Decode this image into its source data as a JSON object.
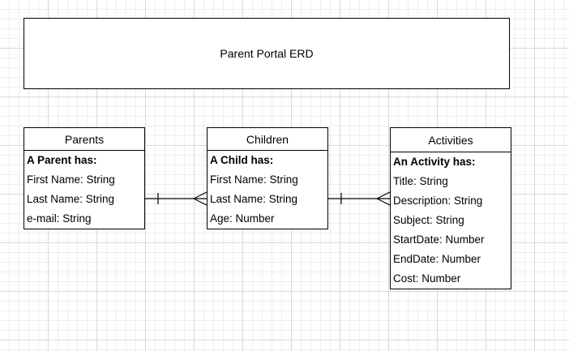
{
  "diagram": {
    "title": "Parent Portal ERD",
    "entities": [
      {
        "name": "Parents",
        "attributes": [
          "A Parent has:",
          "First Name: String",
          "Last Name: String",
          "e-mail: String"
        ]
      },
      {
        "name": "Children",
        "attributes": [
          "A Child has:",
          "First Name: String",
          "Last Name: String",
          "Age: Number"
        ]
      },
      {
        "name": "Activities",
        "attributes": [
          "An Activity has:",
          "Title: String",
          "Description: String",
          "Subject: String",
          "StartDate: Number",
          "EndDate: Number",
          "Cost: Number"
        ]
      }
    ],
    "relationships": [
      {
        "from": "Parents",
        "to": "Children",
        "from_cardinality": "one",
        "to_cardinality": "many"
      },
      {
        "from": "Children",
        "to": "Activities",
        "from_cardinality": "one",
        "to_cardinality": "many"
      }
    ]
  }
}
